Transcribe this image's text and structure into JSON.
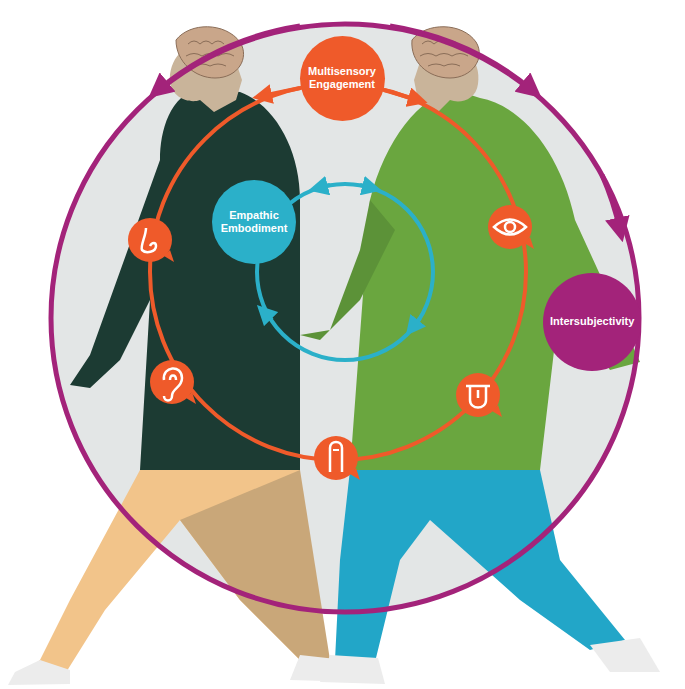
{
  "diagram": {
    "nodes": [
      {
        "text": [
          "Multisensory Engagement"
        ]
      },
      {
        "text": [
          "Empathic Embodiment"
        ]
      },
      {
        "text": [
          "Intersubjectivity"
        ]
      }
    ]
  }
}
